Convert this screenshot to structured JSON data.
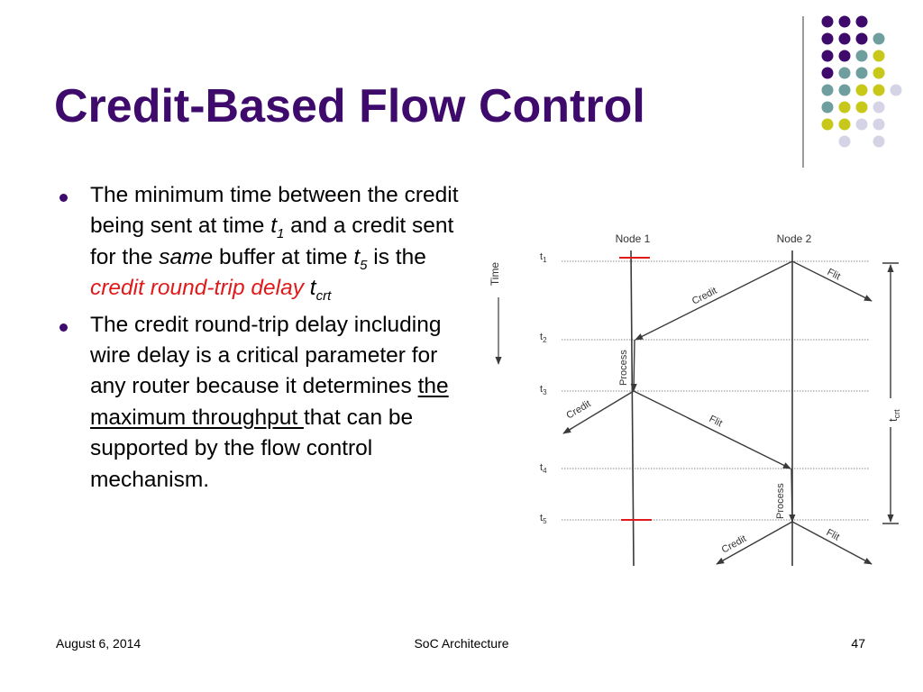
{
  "title": "Credit-Based Flow Control",
  "bullets": [
    {
      "p1": "The minimum time between the credit being sent at time ",
      "t1": "t",
      "t1_sub": "1",
      "p2": " and a credit sent for the ",
      "same": "same",
      "p3": " buffer at time  ",
      "t5": "t",
      "t5_sub": "5",
      "p4": " is the ",
      "highlight": "credit round-trip delay",
      "tcrt": "t",
      "tcrt_sub": "crt"
    },
    {
      "p1": "The credit round-trip delay including wire delay is a critical parameter for any router because it determines ",
      "underlined": "the maximum throughput ",
      "p2": "that can be supported by the flow control mechanism."
    }
  ],
  "diagram": {
    "node1": "Node 1",
    "node2": "Node 2",
    "time": "Time",
    "t_labels": [
      {
        "t": "t",
        "sub": "1"
      },
      {
        "t": "t",
        "sub": "2"
      },
      {
        "t": "t",
        "sub": "3"
      },
      {
        "t": "t",
        "sub": "4"
      },
      {
        "t": "t",
        "sub": "5"
      }
    ],
    "process": "Process",
    "credit": "Credit",
    "flit": "Flit",
    "tcrt": "t",
    "tcrt_sub": "crt"
  },
  "footer": {
    "date": "August 6, 2014",
    "course": "SoC Architecture",
    "page": "47"
  },
  "colors": {
    "title": "#3e0a6b",
    "highlight": "#e01a1a",
    "dot_purple": "#3e0a6b",
    "dot_teal": "#6f9e9e",
    "dot_yellow": "#c8c81a",
    "dot_lavender": "#d4d4e6"
  }
}
